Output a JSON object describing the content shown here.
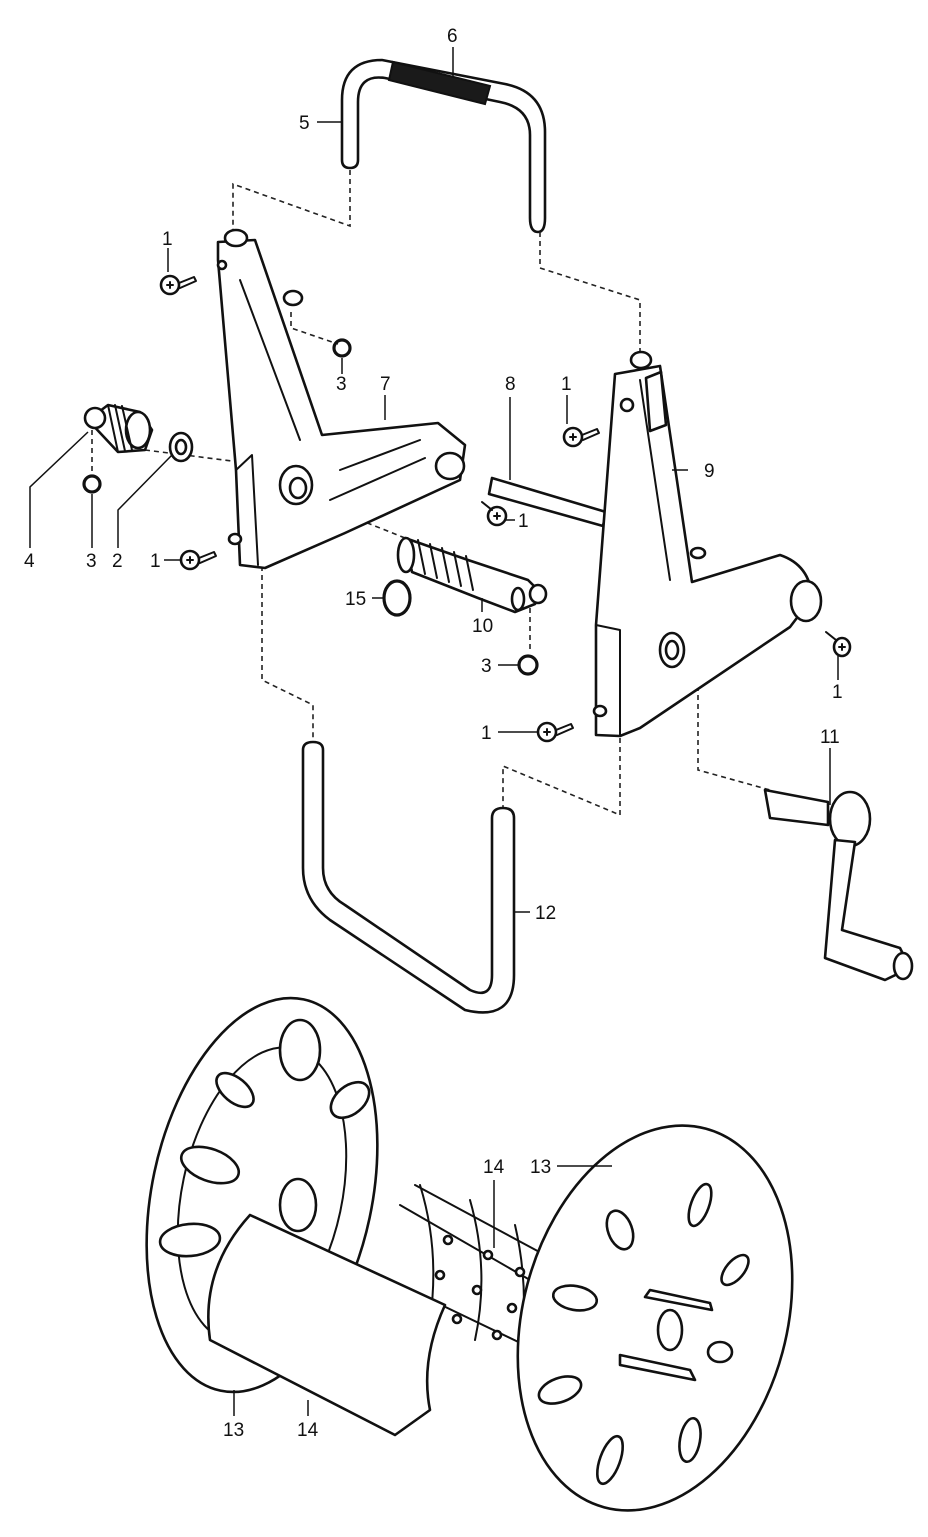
{
  "callouts": {
    "c6": "6",
    "c5": "5",
    "c1_top": "1",
    "c3_a": "3",
    "c7": "7",
    "c8": "8",
    "c1_right_top": "1",
    "c9": "9",
    "c4": "4",
    "c3_b": "3",
    "c2": "2",
    "c1_mid": "1",
    "c1_left": "1",
    "c15": "15",
    "c10": "10",
    "c3_c": "3",
    "c1_right": "1",
    "c1_bottom": "1",
    "c11": "11",
    "c12": "12",
    "c14_top": "14",
    "c13_top": "13",
    "c13_bottom": "13",
    "c14_bottom": "14"
  }
}
